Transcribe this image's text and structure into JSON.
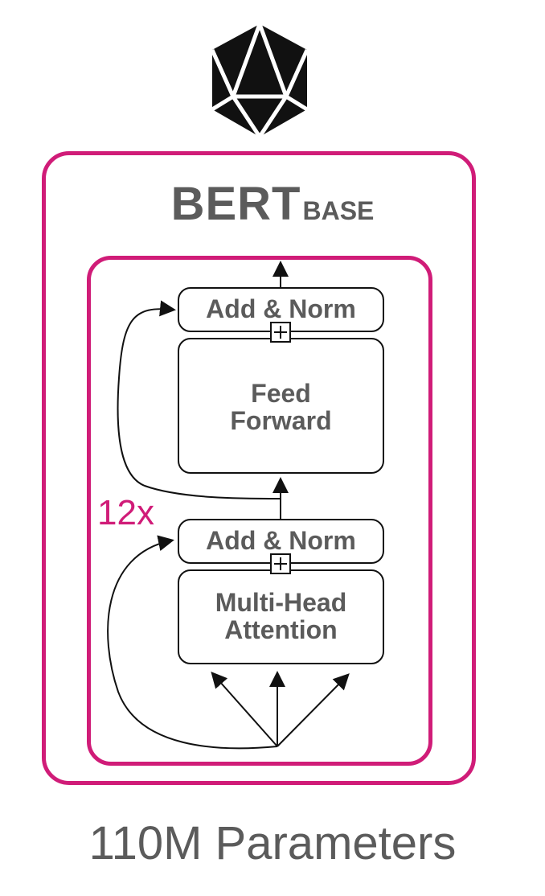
{
  "model": {
    "name": "BERT",
    "variant": "BASE"
  },
  "blocks": {
    "add_norm_top": "Add & Norm",
    "feed_forward_line1": "Feed",
    "feed_forward_line2": "Forward",
    "add_norm_bottom": "Add & Norm",
    "attention_line1": "Multi-Head",
    "attention_line2": "Attention"
  },
  "repeat": "12x",
  "footer": {
    "parameters": "110M Parameters"
  },
  "colors": {
    "accent": "#d01c78",
    "text": "#5b5b5b",
    "line": "#111111"
  },
  "icons": {
    "top": "icosahedron-icon"
  }
}
